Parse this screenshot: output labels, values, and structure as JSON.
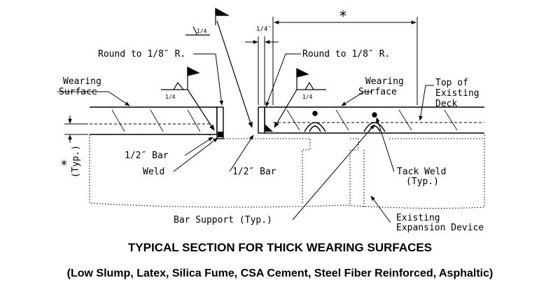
{
  "labels": {
    "round_left": "Round to 1/8″ R.",
    "round_right": "Round to 1/8″ R.",
    "wearing_left_1": "Wearing",
    "wearing_left_2": "Surface",
    "wearing_right_1": "Wearing",
    "wearing_right_2": "Surface",
    "top_1": "Top of",
    "top_2": "Existing",
    "top_3": "Deck",
    "bar_left": "1/2″ Bar",
    "weld": "Weld",
    "bar_center": "1/2″ Bar",
    "tack_1": "Tack Weld",
    "tack_2": "(Typ.)",
    "bar_support": "Bar Support (Typ.)",
    "exist_1": "Existing",
    "exist_2": "Expansion Device",
    "typ_vertical": "(Typ.)",
    "quarter_1": "1/4",
    "quarter_2": "1/4",
    "quarter_3": "1/4",
    "quarter_top": "1/4″",
    "asterisk_top": "*",
    "asterisk_left": "∗"
  },
  "caption": {
    "title": "TYPICAL SECTION FOR THICK WEARING SURFACES",
    "subtitle": "(Low Slump, Latex, Silica Fume, CSA Cement, Steel Fiber Reinforced, Asphaltic)"
  }
}
